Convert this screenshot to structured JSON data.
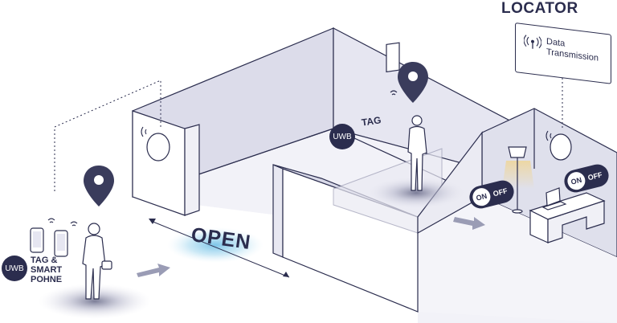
{
  "locator": {
    "title": "LOCATOR",
    "line1": "Data",
    "line2": "Transmission",
    "icon": "broadcast-antenna-icon"
  },
  "uwb_tag": {
    "badge": "UWB",
    "label": "TAG"
  },
  "uwb_phone": {
    "badge": "UWB",
    "line1": "TAG &",
    "line2": "SMART",
    "line3": "POHNE"
  },
  "door": {
    "open_label": "OPEN"
  },
  "switches": [
    {
      "on_label": "ON",
      "off_label": "OFF"
    },
    {
      "on_label": "ON",
      "off_label": "OFF"
    }
  ],
  "colors": {
    "ink": "#2b2d4e",
    "wall_top": "#d8d9e8",
    "wall_side": "#ecedf5",
    "floor": "#f4f4f9",
    "halo": "#9fd4ee",
    "lamp_glow": "#f2d48b"
  }
}
